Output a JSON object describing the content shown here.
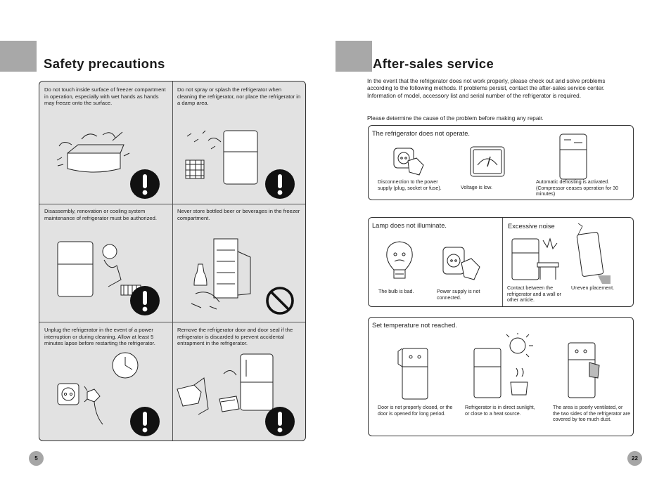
{
  "left_page": {
    "title": "Safety precautions",
    "page_number": "5",
    "cells": [
      {
        "text": "Do not touch inside surface of freezer compartment in operation, especially with wet hands as hands may freeze onto the surface.",
        "icon": "exclamation-icon"
      },
      {
        "text": "Do not spray or splash the refrigerator when cleaning the refrigerator, nor place the refrigerator in a damp area.",
        "icon": "exclamation-icon"
      },
      {
        "text": "Disassembly, renovation or cooling system maintenance of refrigerator must be authorized.",
        "icon": "exclamation-icon"
      },
      {
        "text": "Never store bottled beer or beverages in the freezer compartment.",
        "icon": "prohibited-icon"
      },
      {
        "text": "Unplug the refrigerator in the event of a power interruption or during cleaning. Allow at least 5 minutes lapse before restarting the refrigerator.",
        "icon": "exclamation-icon"
      },
      {
        "text": "Remove the refrigerator door and door seal if the refrigerator is discarded to prevent accidental entrapment in the refrigerator.",
        "icon": "exclamation-icon"
      }
    ]
  },
  "right_page": {
    "title": "After-sales service",
    "page_number": "22",
    "intro": "In the event that the refrigerator does not work properly, please check out and solve problems according to the following methods. If problems persist, contact the after-sales service center. Information of model, accessory list and serial number of the refrigerator is required.",
    "intro2": "Please determine the cause of the problem before making any repair.",
    "not_operate": {
      "title": "The refrigerator does not operate.",
      "causes": [
        "Disconnection to the power supply (plug, socket or fuse).",
        "Voltage is low.",
        "Automatic defrosting is activated. (Compressor ceases operation for 30 minutes)"
      ]
    },
    "lamp": {
      "title": "Lamp does not illuminate.",
      "causes": [
        "The bulb is bad.",
        "Power supply is not connected."
      ]
    },
    "noise": {
      "title": "Excessive noise",
      "causes": [
        "Contact between the refrigerator and a wall or other article.",
        "Uneven placement."
      ]
    },
    "temperature": {
      "title": "Set temperature not reached.",
      "causes": [
        "Door is not properly closed, or the door is opened for long period.",
        "Refrigerator is in direct sunlight, or close to a heat source.",
        "The area is poorly ventilated, or the two sides of the refrigerator are covered by too much dust."
      ]
    }
  }
}
